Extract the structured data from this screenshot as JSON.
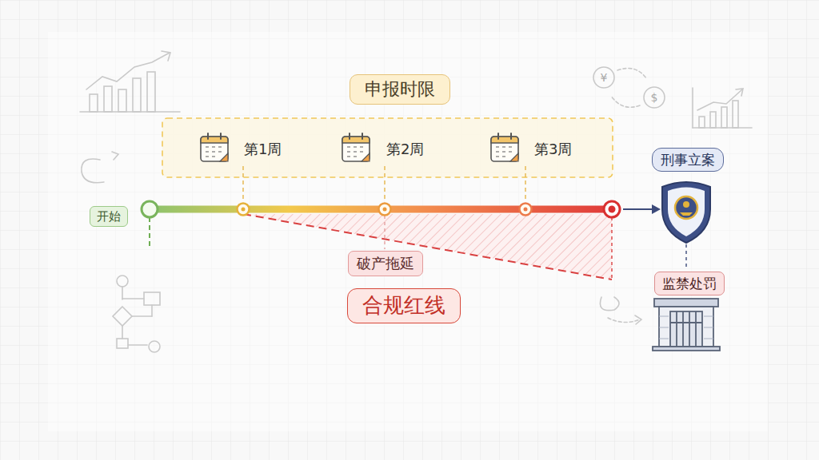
{
  "diagram": {
    "nodes": [
      {
        "text": [
          "申报时限"
        ]
      },
      {
        "text": [
          "开始"
        ]
      },
      {
        "text": [
          "破产拖延"
        ]
      },
      {
        "text": [
          "合规红线"
        ]
      },
      {
        "text": [
          "刑事立案"
        ]
      },
      {
        "text": [
          "监禁处罚"
        ]
      }
    ],
    "labels": [
      "第1周",
      "第2周",
      "第3周",
      "¥",
      "$"
    ]
  }
}
